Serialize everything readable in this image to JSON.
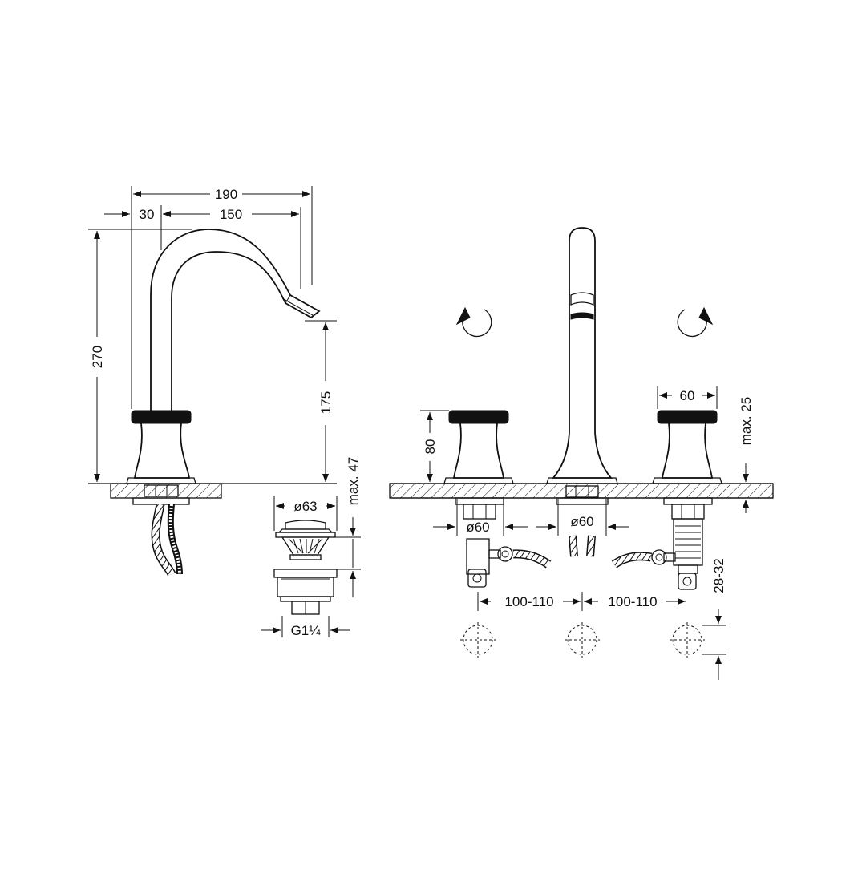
{
  "dimensions": {
    "spout_reach_total": "190",
    "spout_offset": "30",
    "spout_reach": "150",
    "spout_height": "270",
    "outlet_height": "175",
    "handle_height": "80",
    "handle_width": "60",
    "deck_thickness": "max. 25",
    "drain_thickness": "max. 47",
    "drain_diameter": "ø63",
    "drain_thread": "G1¼",
    "valve_hole_diameter": "ø60",
    "spout_hole_diameter": "ø60",
    "spacing_left": "100-110",
    "spacing_right": "100-110",
    "hole_offset": "28-32"
  }
}
